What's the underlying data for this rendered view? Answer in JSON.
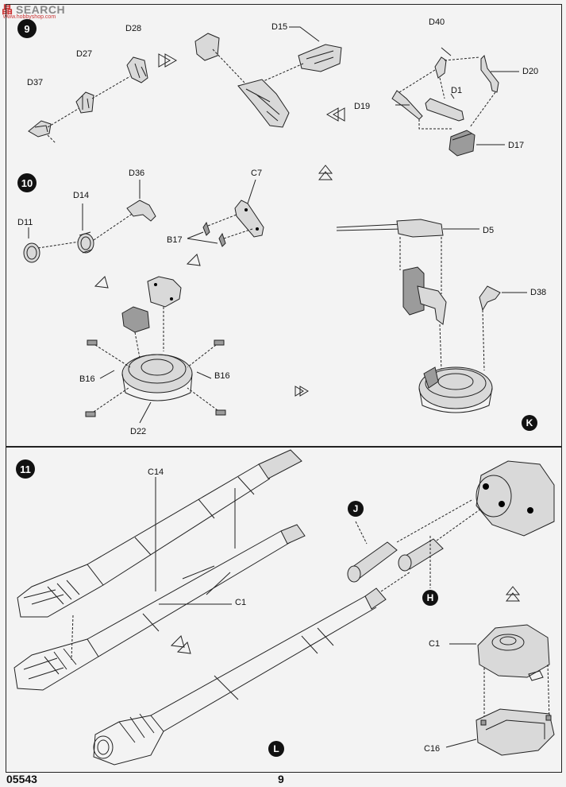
{
  "watermark": {
    "brand": "晶",
    "brand2": "SEARCH",
    "site": "www.hobbyshop.com"
  },
  "steps": {
    "s9": "9",
    "s10": "10",
    "s11": "11"
  },
  "subassemblies": {
    "K": "K",
    "J": "J",
    "H": "H",
    "L": "L"
  },
  "labels": {
    "D28": "D28",
    "D27": "D27",
    "D37": "D37",
    "D15": "D15",
    "D40": "D40",
    "D20": "D20",
    "D1": "D1",
    "D19": "D19",
    "D17": "D17",
    "D36": "D36",
    "C7": "C7",
    "D14": "D14",
    "D11": "D11",
    "B17": "B17",
    "D5": "D5",
    "D38": "D38",
    "B16_left": "B16",
    "B16_right": "B16",
    "D22": "D22",
    "C14": "C14",
    "C1_barrel": "C1",
    "C1_mantlet": "C1",
    "C16": "C16"
  },
  "footer": {
    "kit_number": "05543",
    "page_number": "9"
  }
}
